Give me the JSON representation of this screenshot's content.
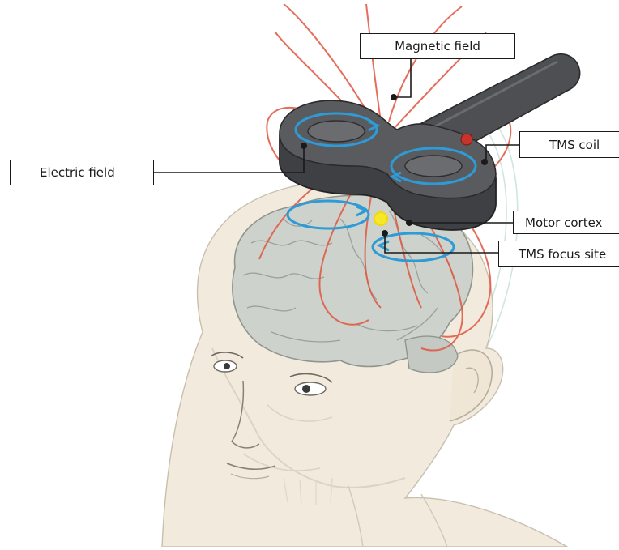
{
  "labels": {
    "magnetic_field": "Magnetic field",
    "electric_field": "Electric field",
    "tms_coil": "TMS coil",
    "motor_cortex": "Motor cortex",
    "tms_focus_site": "TMS focus site"
  },
  "colors": {
    "magnetic_field_lines": "#e0553f",
    "electric_field_loops": "#2f9bd6",
    "coil_body": "#4e4f52",
    "brain": "#cdd3cc",
    "skin": "#f1eadd",
    "focus_point": "#f6e829",
    "coil_button": "#c8342c"
  },
  "icons": [
    "tms-coil-illustration",
    "brain-illustration",
    "head-illustration",
    "focus-point-icon"
  ]
}
